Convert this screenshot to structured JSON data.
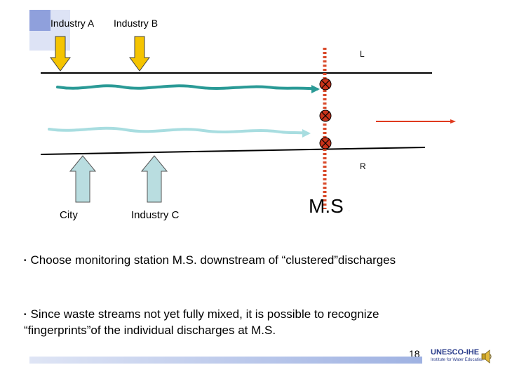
{
  "industries_top": {
    "a": "Industry A",
    "b": "Industry B"
  },
  "industries_bottom": {
    "city": "City",
    "c": "Industry C"
  },
  "banks": {
    "left": "L",
    "right": "R"
  },
  "station": {
    "label": "M.S",
    "dot": "."
  },
  "bullets": [
    "Choose monitoring station M.S. downstream of “clustered”discharges",
    "Since waste streams not yet fully mixed, it is possible to recognize “fingerprints”of the individual discharges at M.S."
  ],
  "page_number": "18",
  "logo": {
    "name": "UNESCO-IHE",
    "sub": "Institute for Water Education"
  },
  "colors": {
    "top_arrows": "#f5c400",
    "bottom_arrows": "#b9dde0",
    "dark_stream": "#2a9a96",
    "light_stream": "#a8dde0",
    "monitoring_line": "#d94a2a",
    "flow_arrow": "#e03a1e"
  }
}
